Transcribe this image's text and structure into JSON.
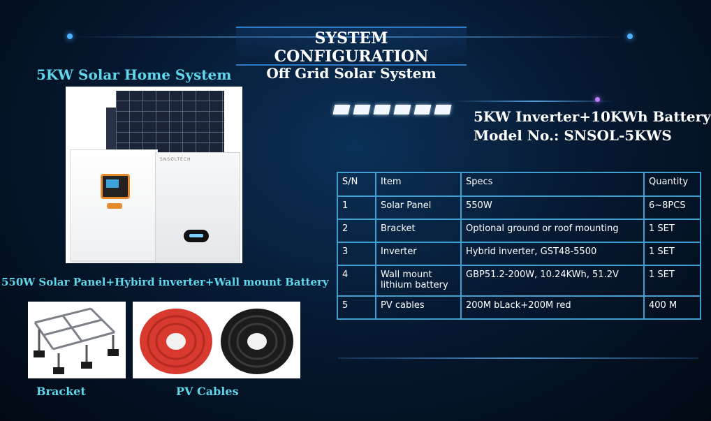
{
  "header": {
    "title": "SYSTEM CONFIGURATION",
    "subtitle": "Off Grid Solar System"
  },
  "left": {
    "system_title": "5KW Solar Home System",
    "main_caption": "550W Solar Panel+Hybird inverter+Wall mount Battery",
    "brand_text": "SNSOLTECH",
    "bracket_caption": "Bracket",
    "cables_caption": "PV Cables"
  },
  "right": {
    "model_line1": "5KW Inverter+10KWh Battery",
    "model_line2": "Model No.: SNSOL-5KWS"
  },
  "table": {
    "headers": [
      "S/N",
      "Item",
      "Specs",
      "Quantity"
    ],
    "rows": [
      [
        "1",
        "Solar Panel",
        "550W",
        "6~8PCS"
      ],
      [
        "2",
        "Bracket",
        "Optional ground or roof mounting",
        "1 SET"
      ],
      [
        "3",
        "Inverter",
        "Hybrid inverter, GST48-5500",
        "1 SET"
      ],
      [
        "4",
        "Wall mount lithium battery",
        "GBP51.2-200W, 10.24KWh, 51.2V",
        "1 SET"
      ],
      [
        "5",
        "PV cables",
        "200M bLack+200M red",
        "400 M"
      ]
    ]
  },
  "colors": {
    "accent_cyan": "#5fd6ea",
    "table_border": "#3f9fd0",
    "cable_red": "#d83a30",
    "cable_black": "#1b1b1b"
  }
}
